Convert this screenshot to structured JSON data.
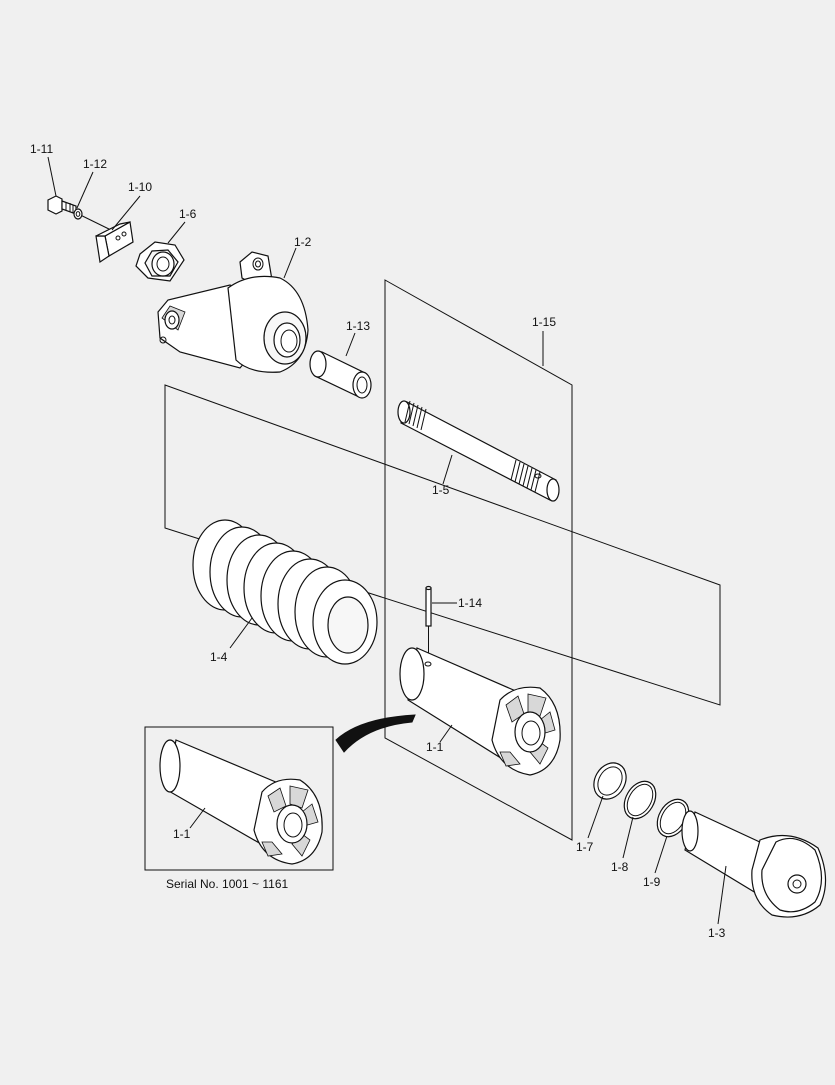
{
  "diagram": {
    "labels": {
      "p1_11": "1-11",
      "p1_12": "1-12",
      "p1_10": "1-10",
      "p1_6": "1-6",
      "p1_2": "1-2",
      "p1_13": "1-13",
      "p1_15": "1-15",
      "p1_5": "1-5",
      "p1_4": "1-4",
      "p1_14": "1-14",
      "p1_1_main": "1-1",
      "p1_1_inset": "1-1",
      "p1_7": "1-7",
      "p1_8": "1-8",
      "p1_9": "1-9",
      "p1_3": "1-3"
    },
    "inset_caption": "Serial No. 1001 ~ 1161"
  }
}
